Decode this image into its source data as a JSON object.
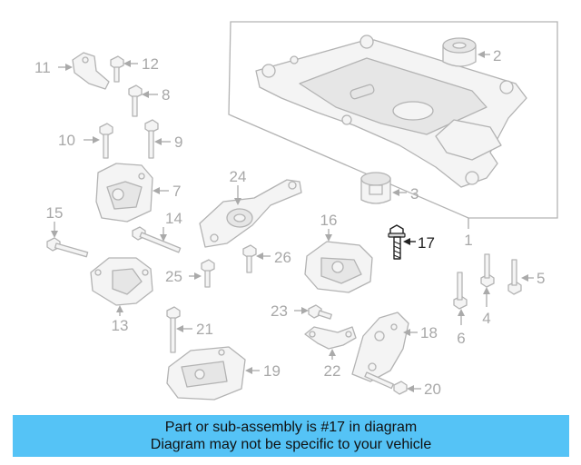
{
  "diagram": {
    "highlighted_callout": "17",
    "callouts": [
      "1",
      "2",
      "3",
      "4",
      "5",
      "6",
      "7",
      "8",
      "9",
      "10",
      "11",
      "12",
      "13",
      "14",
      "15",
      "16",
      "17",
      "18",
      "19",
      "20",
      "21",
      "22",
      "23",
      "24",
      "25",
      "26"
    ]
  },
  "banner": {
    "line1": "Part or sub-assembly is #17 in diagram",
    "line2": "Diagram may not be specific to your vehicle",
    "color": "#55c3f6"
  }
}
